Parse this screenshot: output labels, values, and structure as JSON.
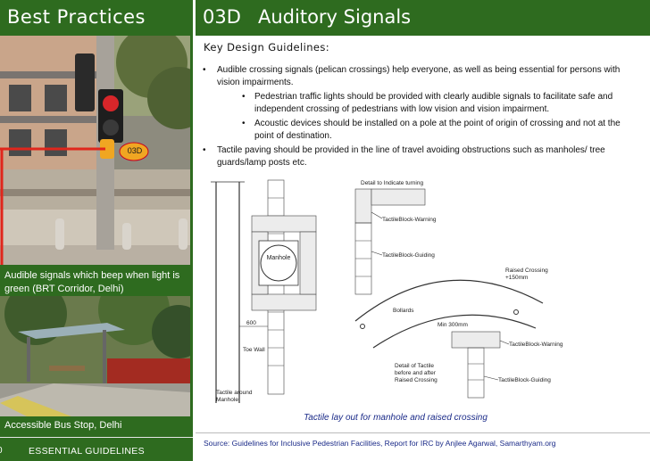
{
  "header": {
    "section_title": "Best Practices",
    "code": "03D",
    "title": "Auditory Signals"
  },
  "photo1": {
    "marker": "03D",
    "caption": "Audible signals which beep when light is green (BRT Corridor, Delhi)"
  },
  "photo2": {
    "caption": "Accessible Bus Stop, Delhi"
  },
  "footer": {
    "page_number": "0",
    "label": "ESSENTIAL GUIDELINES"
  },
  "content": {
    "heading": "Key Design Guidelines:",
    "bullets": [
      {
        "text": "Audible crossing signals (pelican crossings) help everyone, as well as being essential for persons with vision impairments.",
        "sub": [
          "Pedestrian traffic lights should be provided with clearly audible signals to facilitate safe and independent crossing of pedestrians with low vision and vision impairment.",
          "Acoustic devices should be installed on a pole at the point of origin of crossing and not at the point of destination."
        ]
      },
      {
        "text": "Tactile paving should be provided in the line of travel avoiding obstructions such as manholes/ tree guards/lamp posts etc."
      }
    ]
  },
  "diagram": {
    "label_detail_turning": "Detail to Indicate turning",
    "label_warning": "TactileBlock-Warning",
    "label_guiding": "TactileBlock-Guiding",
    "label_manhole": "Manhole",
    "label_600": "600",
    "label_toe_wall": "Toe Wall",
    "label_tactile_around": "Tactile around\nManhole",
    "label_raised_crossing": "Raised Crossing\n+150mm",
    "label_bollards": "Bollards",
    "label_min300": "Min 300mm",
    "label_warning2": "TactileBlock-Warning",
    "label_guiding2": "TactileBlock-Guiding",
    "label_detail_tactile": "Detail of Tactile\nbefore and after\nRaised Crossing",
    "caption": "Tactile lay out for manhole and raised crossing"
  },
  "source": "Source:  Guidelines for Inclusive Pedestrian Facilities, Report for IRC by Anjlee Agarwal, Samarthyam.org",
  "colors": {
    "brand_green": "#2e6b1f",
    "caption_blue": "#1a2a88"
  }
}
